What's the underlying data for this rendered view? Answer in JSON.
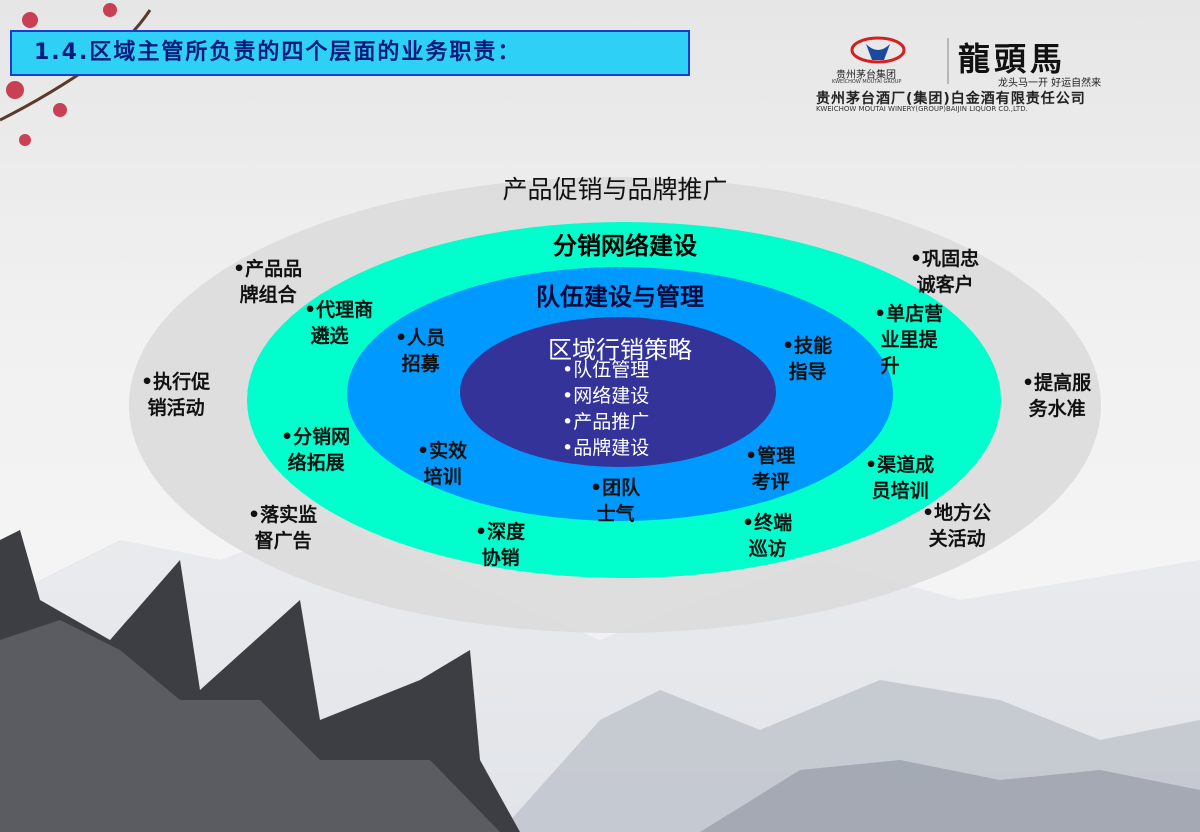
{
  "slide_title": "1.4.区域主管所负责的四个层面的业务职责：",
  "logo": {
    "group_name": "贵州茅台集团",
    "group_name_en": "KWEICHOW MOUTAI GROUP",
    "brand": "龍頭馬",
    "slogan": "龙头马一开 好运自然来",
    "company": "贵州茅台酒厂(集团)白金酒有限责任公司",
    "company_en": "KWEICHOW MOUTAI WINERY(GROUP)BAIJIN LIQUOR CO.,LTD."
  },
  "colors": {
    "outer": "#dcdcdc",
    "ring2": "#00ffcc",
    "ring3": "#0099ff",
    "core": "#333399",
    "title_fill": "#2ed0f5"
  },
  "layers": {
    "outer": {
      "title": "产品促销与品牌推广",
      "items": [
        "•产品品\n 牌组合",
        "•执行促\n 销活动",
        "•落实监\n 督广告",
        "•巩固忠\n 诚客户",
        "•提高服\n 务水准",
        "•地方公\n 关活动"
      ]
    },
    "distribution": {
      "title": "分销网络建设",
      "items": [
        "•代理商\n 遴选",
        "•分销网\n 络拓展",
        "•深度\n 协销",
        "•单店营\n 业里提\n 升",
        "•渠道成\n 员培训",
        "•终端\n 巡访"
      ]
    },
    "team": {
      "title": "队伍建设与管理",
      "items": [
        "•人员\n 招募",
        "•实效\n 培训",
        "•团队\n 士气",
        "•技能\n 指导",
        "•管理\n 考评"
      ]
    },
    "core": {
      "title": "区域行销策略",
      "items": [
        "•队伍管理",
        "•网络建设",
        "•产品推广",
        "•品牌建设"
      ]
    }
  }
}
